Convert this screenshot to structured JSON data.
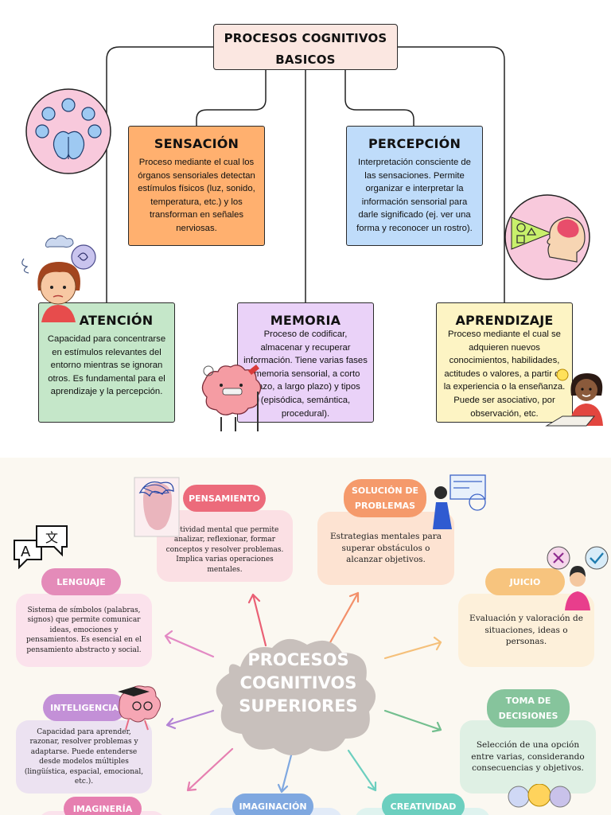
{
  "top": {
    "root_title": "PROCESOS COGNITIVOS BASICOS",
    "nodes": {
      "sensacion": {
        "title": "SENSACIÓN",
        "text": "Proceso mediante el cual los órganos sensoriales detectan estímulos físicos (luz, sonido, temperatura, etc.) y los transforman en señales nerviosas.",
        "color": "#ffb06f"
      },
      "percepcion": {
        "title": "PERCEPCIÓN",
        "text": "Interpretación consciente de las sensaciones. Permite organizar e interpretar la información sensorial para darle significado (ej. ver una forma y reconocer un rostro).",
        "color": "#bfdcfa"
      },
      "atencion": {
        "title": "ATENCIÓN",
        "text": "Capacidad para concentrarse en estímulos relevantes del entorno mientras se ignoran otros. Es fundamental para el aprendizaje y la percepción.",
        "color": "#c5e7c9"
      },
      "memoria": {
        "title": "MEMORIA",
        "text": "Proceso de codificar, almacenar y recuperar información. Tiene varias fases (memoria sensorial, a corto plazo, a largo plazo) y tipos (episódica, semántica, procedural).",
        "color": "#ead2f8"
      },
      "aprendizaje": {
        "title": "APRENDIZAJE",
        "text": "Proceso mediante el cual se adquieren nuevos conocimientos, habilidades, actitudes o valores, a partir de la experiencia o la enseñanza. Puede ser asociativo, por observación, etc.",
        "color": "#fdf4c4"
      }
    },
    "icons": [
      "senses-brain-icon",
      "confused-child-icon",
      "brain-with-cane-icon",
      "face-shapes-icon",
      "student-idea-icon"
    ]
  },
  "bottom": {
    "center_title": "PROCESOS COGNITIVOS SUPERIORES",
    "center_color": "#c8c0bc",
    "nodes": {
      "pensamiento": {
        "label": "PENSAMIENTO",
        "text": "Actividad mental que permite analizar, reflexionar, formar conceptos y resolver problemas. Implica varias operaciones mentales.",
        "pill_color": "#ec6b7b",
        "card_color": "#fbe0e4"
      },
      "solucion": {
        "label": "SOLUCIÓN DE PROBLEMAS",
        "text": "Estrategias mentales para superar obstáculos o alcanzar objetivos.",
        "pill_color": "#f59a6b",
        "card_color": "#fde3d2"
      },
      "lenguaje": {
        "label": "LENGUAJE",
        "text": "Sistema de símbolos (palabras, signos) que permite comunicar ideas, emociones y pensamientos. Es esencial en el pensamiento abstracto y social.",
        "pill_color": "#e48bb9",
        "card_color": "#fbe2ec"
      },
      "juicio": {
        "label": "JUICIO",
        "text": "Evaluación y valoración de situaciones, ideas o personas.",
        "pill_color": "#f7c47e",
        "card_color": "#fdf0da"
      },
      "inteligencia": {
        "label": "INTELIGENCIA",
        "text": "Capacidad para aprender, razonar, resolver problemas y adaptarse. Puede entenderse desde modelos múltiples (lingüística, espacial, emocional, etc.).",
        "pill_color": "#c390d7",
        "card_color": "#ece2f1"
      },
      "toma": {
        "label": "TOMA DE DECISIONES",
        "text": "Selección de una opción entre varias, considerando consecuencias y objetivos.",
        "pill_color": "#86c49c",
        "card_color": "#dff0e4"
      },
      "imagineria": {
        "label": "IMAGINERÍA",
        "pill_color": "#e67fb0"
      },
      "imaginacion": {
        "label": "IMAGINACIÓN",
        "pill_color": "#7fa8e0"
      },
      "creatividad": {
        "label": "CREATIVIDAD",
        "pill_color": "#6ccfbf"
      }
    },
    "icons": [
      "translate-speech-icon",
      "tangled-mind-head-icon",
      "problem-solving-person-icon",
      "right-wrong-person-icon",
      "brain-glasses-icon",
      "lightbulbs-icon"
    ]
  }
}
